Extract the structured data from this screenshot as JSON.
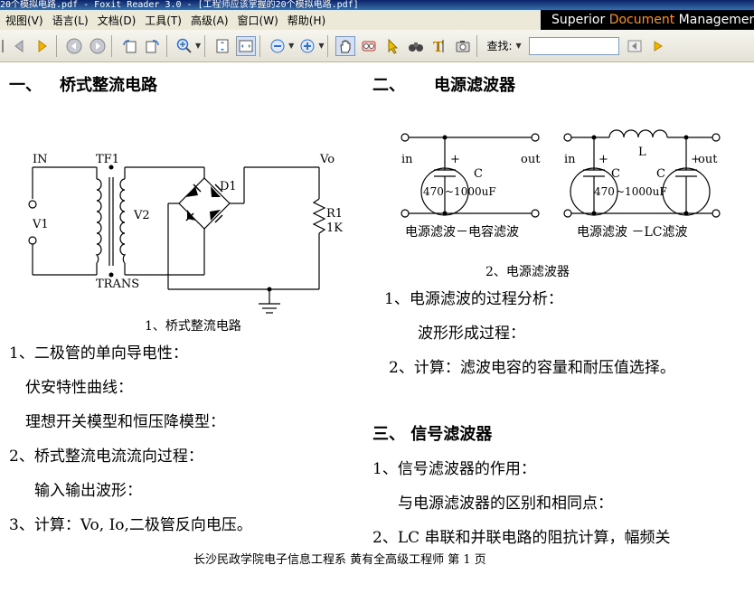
{
  "window": {
    "title": "20个模拟电路.pdf - Foxit Reader 3.0 - [工程师应该掌握的20个模拟电路.pdf]",
    "brand_primary": "Superior",
    "brand_accent": "Document",
    "brand_secondary": "Management"
  },
  "menu": [
    "视图(V)",
    "语言(L)",
    "文档(D)",
    "工具(T)",
    "高级(A)",
    "窗口(W)",
    "帮助(H)"
  ],
  "toolbar": {
    "find_label": "查找:",
    "find_value": ""
  },
  "doc": {
    "sec1_num": "一、",
    "sec1_title": "桥式整流电路",
    "sec2_num": "二、",
    "sec2_title": "电源滤波器",
    "sec3_title": "三、 信号滤波器",
    "fig1": {
      "IN": "IN",
      "TF1": "TF1",
      "Vo": "Vo",
      "D1": "D1",
      "V1": "V1",
      "V2": "V2",
      "R1": "R1",
      "R1_val": "1K",
      "TRANS": "TRANS",
      "caption": "1、桥式整流电路"
    },
    "fig2": {
      "in": "in",
      "out": "out",
      "plus": "+",
      "C": "C",
      "L": "L",
      "cap_val_a": "470",
      "cap_val_b": "~1000uF",
      "label_a": "电源滤波－电容滤波",
      "label_b": "电源滤波 －LC滤波",
      "caption": "2、电源滤波器"
    },
    "left_lines": [
      "1、二极管的单向导电性：",
      "伏安特性曲线：",
      "理想开关模型和恒压降模型：",
      "2、桥式整流电流流向过程：",
      "输入输出波形：",
      "3、计算：Vo, Io,二极管反向电压。"
    ],
    "right_lines": [
      "1、电源滤波的过程分析：",
      "波形形成过程：",
      "2、计算：滤波电容的容量和耐压值选择。",
      "1、信号滤波器的作用：",
      "与电源滤波器的区别和相同点：",
      "2、LC 串联和并联电路的阻抗计算，幅频关"
    ],
    "footer": "长沙民政学院电子信息工程系    黄有全高级工程师    第 1 页"
  }
}
